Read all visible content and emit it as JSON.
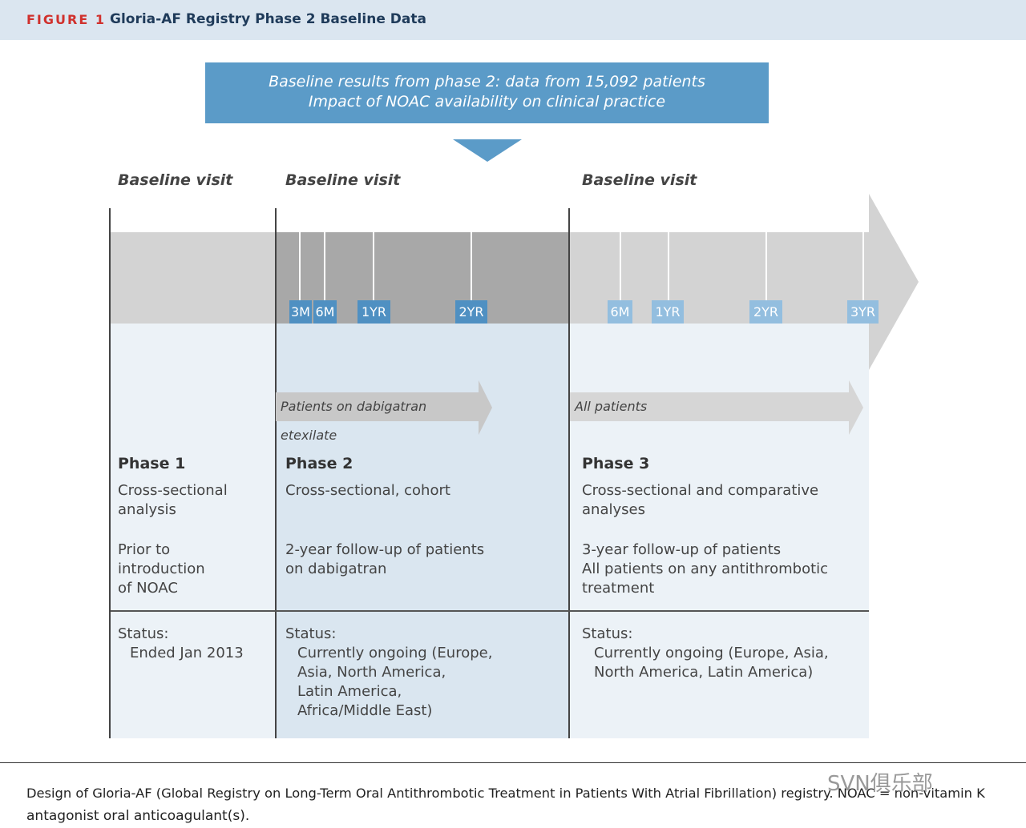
{
  "header": {
    "figure_label": "FIGURE 1",
    "title": "Gloria-AF Registry Phase 2 Baseline Data"
  },
  "banner": {
    "line1": "Baseline results from phase 2: data from 15,092 patients",
    "line2": "Impact of NOAC availability on clinical practice"
  },
  "baseline_visits": [
    "Baseline visit",
    "Baseline visit",
    "Baseline visit"
  ],
  "timeline": {
    "phase2_ticks": [
      "3M",
      "6M",
      "1YR",
      "2YR"
    ],
    "phase3_ticks": [
      "6M",
      "1YR",
      "2YR",
      "3YR"
    ]
  },
  "patient_arrows": {
    "phase2": "Patients on dabigatran etexilate",
    "phase3": "All patients"
  },
  "phases": [
    {
      "title": "Phase 1",
      "design": [
        "Cross-sectional",
        "analysis"
      ],
      "detail": [
        "Prior to",
        "introduction",
        "of NOAC"
      ],
      "status_label": "Status:",
      "status": [
        "Ended Jan 2013"
      ]
    },
    {
      "title": "Phase 2",
      "design": [
        "Cross-sectional, cohort"
      ],
      "detail": [
        "2-year follow-up of patients",
        "on dabigatran"
      ],
      "status_label": "Status:",
      "status": [
        "Currently ongoing (Europe,",
        "Asia, North America,",
        "Latin America,",
        "Africa/Middle East)"
      ]
    },
    {
      "title": "Phase 3",
      "design": [
        "Cross-sectional and comparative",
        "analyses"
      ],
      "detail": [
        "3-year follow-up of patients",
        "All patients on any antithrombotic",
        "treatment"
      ],
      "status_label": "Status:",
      "status": [
        "Currently ongoing (Europe, Asia,",
        "North America, Latin America)"
      ]
    }
  ],
  "caption": {
    "line1": "Design of Gloria-AF (Global Registry on Long-Term Oral Antithrombotic Treatment in Patients With Atrial Fibrillation) registry. NOAC = non-vitamin K",
    "line2": "antagonist oral anticoagulant(s)."
  },
  "watermark": "SVN俱乐部",
  "colors": {
    "accent_blue": "#5b9bc8",
    "badge_dark": "#4f90c2",
    "badge_light": "#93bedf",
    "fig_label_red": "#d0312d"
  }
}
